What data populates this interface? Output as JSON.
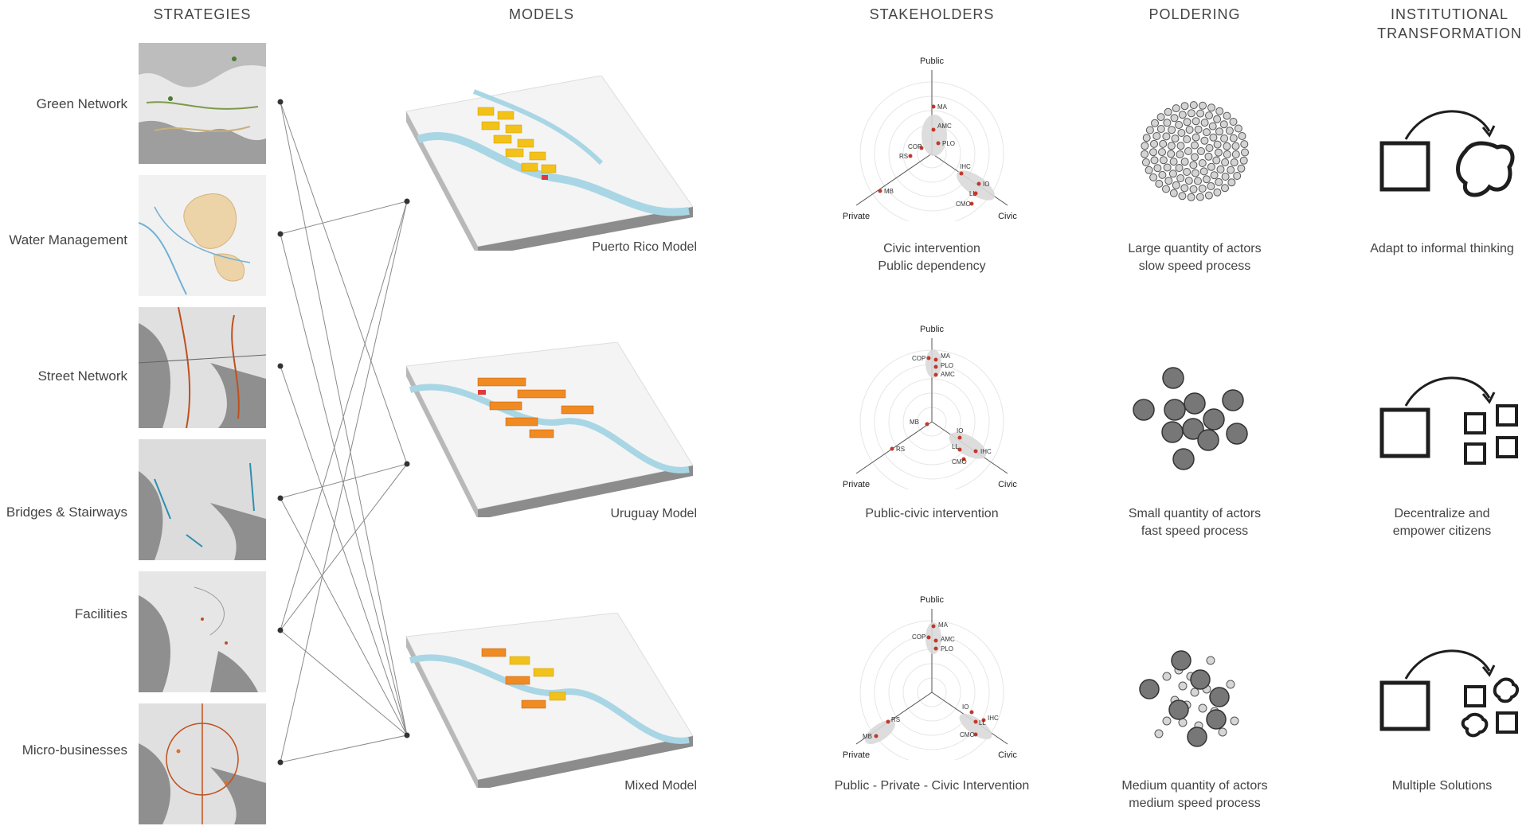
{
  "columns": {
    "strategies": "STRATEGIES",
    "models": "MODELS",
    "stakeholders": "STAKEHOLDERS",
    "poldering": "POLDERING",
    "institutional_line1": "INSTITUTIONAL",
    "institutional_line2": "TRANSFORMATION"
  },
  "strategies": [
    "Green Network",
    "Water Management",
    "Street Network",
    "Bridges & Stairways",
    "Facilities",
    "Micro-businesses"
  ],
  "models": [
    "Puerto Rico Model",
    "Uruguay Model",
    "Mixed Model"
  ],
  "radar_axes": {
    "top": "Public",
    "left": "Private",
    "right": "Civic"
  },
  "radar_points": {
    "r1": [
      "MA",
      "AMC",
      "PLO",
      "COP",
      "RS",
      "MB",
      "IHC",
      "IO",
      "LL",
      "CMO"
    ],
    "r2": [
      "COP",
      "MA",
      "PLO",
      "AMC",
      "MB",
      "RS",
      "IO",
      "LL",
      "IHC",
      "CMO"
    ],
    "r3": [
      "MA",
      "COP",
      "AMC",
      "PLO",
      "RS",
      "MB",
      "IO",
      "LL",
      "IHC",
      "CMO"
    ]
  },
  "stakeholder_captions": {
    "r1_line1": "Civic intervention",
    "r1_line2": "Public dependency",
    "r2_line1": "Public-civic intervention",
    "r3_line1": "Public - Private - Civic Intervention"
  },
  "poldering_captions": {
    "p1_line1": "Large quantity of actors",
    "p1_line2": "slow speed process",
    "p2_line1": "Small quantity of actors",
    "p2_line2": "fast speed process",
    "p3_line1": "Medium quantity of actors",
    "p3_line2": "medium speed process"
  },
  "institutional_captions": {
    "i1_line1": "Adapt to informal thinking",
    "i2_line1": "Decentralize and",
    "i2_line2": "empower citizens",
    "i3_line1": "Multiple Solutions"
  },
  "connections": [
    [
      0,
      1
    ],
    [
      0,
      2
    ],
    [
      1,
      0
    ],
    [
      1,
      2
    ],
    [
      2,
      2
    ],
    [
      3,
      1
    ],
    [
      3,
      2
    ],
    [
      4,
      0
    ],
    [
      4,
      1
    ],
    [
      4,
      2
    ],
    [
      5,
      0
    ],
    [
      5,
      2
    ]
  ],
  "colors": {
    "accent_yellow": "#f2c21b",
    "accent_orange": "#f08a22",
    "marker_red": "#c0392b",
    "water_blue": "#a9d6e5"
  }
}
